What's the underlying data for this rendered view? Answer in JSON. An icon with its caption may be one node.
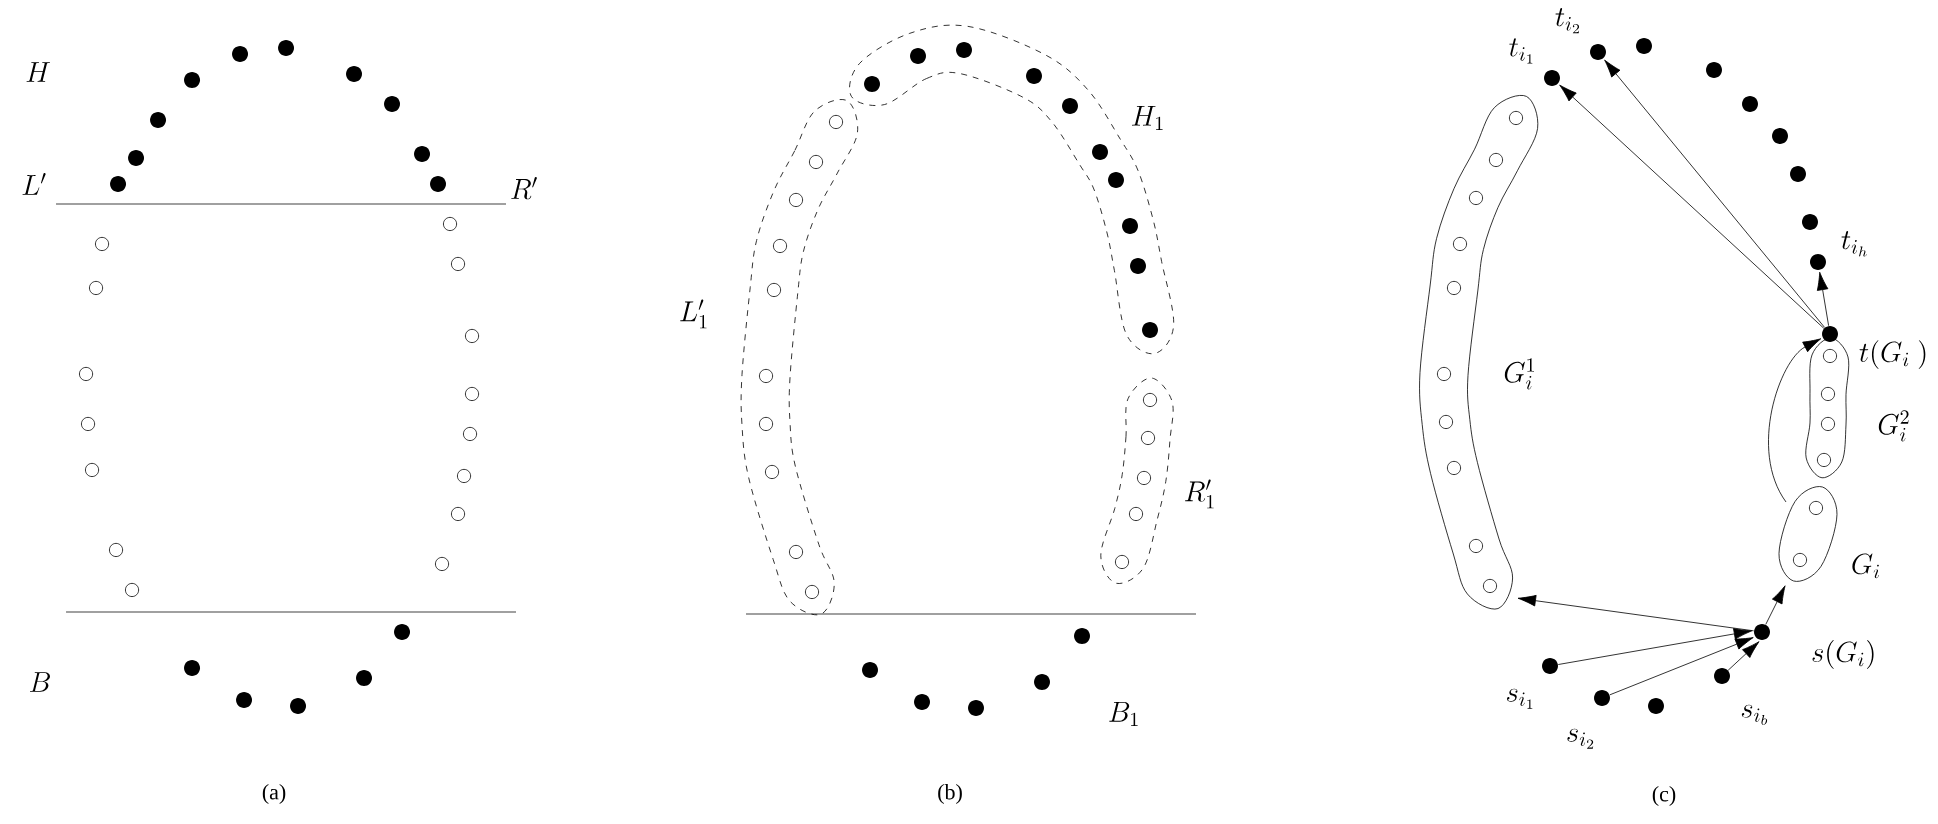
{
  "diagram": {
    "nodes": [
      {
        "text": [
          "H_1"
        ]
      },
      {
        "text": [
          "L'_1"
        ]
      },
      {
        "text": [
          "R'_1"
        ]
      },
      {
        "text": [
          "t_{i_1}"
        ]
      },
      {
        "text": [
          "t_{i_2}"
        ]
      },
      {
        "text": [
          "t_{i_h}"
        ]
      },
      {
        "text": [
          "t(G_i\\ )"
        ]
      },
      {
        "text": [
          "G_i^1"
        ]
      },
      {
        "text": [
          "G_i^2"
        ]
      },
      {
        "text": [
          "G_i"
        ]
      },
      {
        "text": [
          "s(G_i)"
        ]
      },
      {
        "text": [
          "s_{i_1}"
        ]
      },
      {
        "text": [
          "s_{i_2}"
        ]
      },
      {
        "text": [
          "s_{i_b}"
        ]
      }
    ],
    "edges": [
      {
        "from": 6,
        "to": 3,
        "arrow": "to"
      },
      {
        "from": 6,
        "to": 4,
        "arrow": "to"
      },
      {
        "from": 6,
        "to": 5,
        "arrow": "to"
      },
      {
        "from": 9,
        "to": 6,
        "arrow": "to"
      },
      {
        "from": 10,
        "to": 9,
        "arrow": "to"
      },
      {
        "from": 10,
        "to": 7,
        "arrow": "to"
      },
      {
        "from": 11,
        "to": 10,
        "arrow": "to"
      },
      {
        "from": 12,
        "to": 10,
        "arrow": "to"
      },
      {
        "from": 13,
        "to": 10,
        "arrow": "to"
      }
    ],
    "labels": [
      "H",
      "L'",
      "R'",
      "B",
      "(a)",
      "B_1",
      "(b)",
      "(c)"
    ]
  }
}
